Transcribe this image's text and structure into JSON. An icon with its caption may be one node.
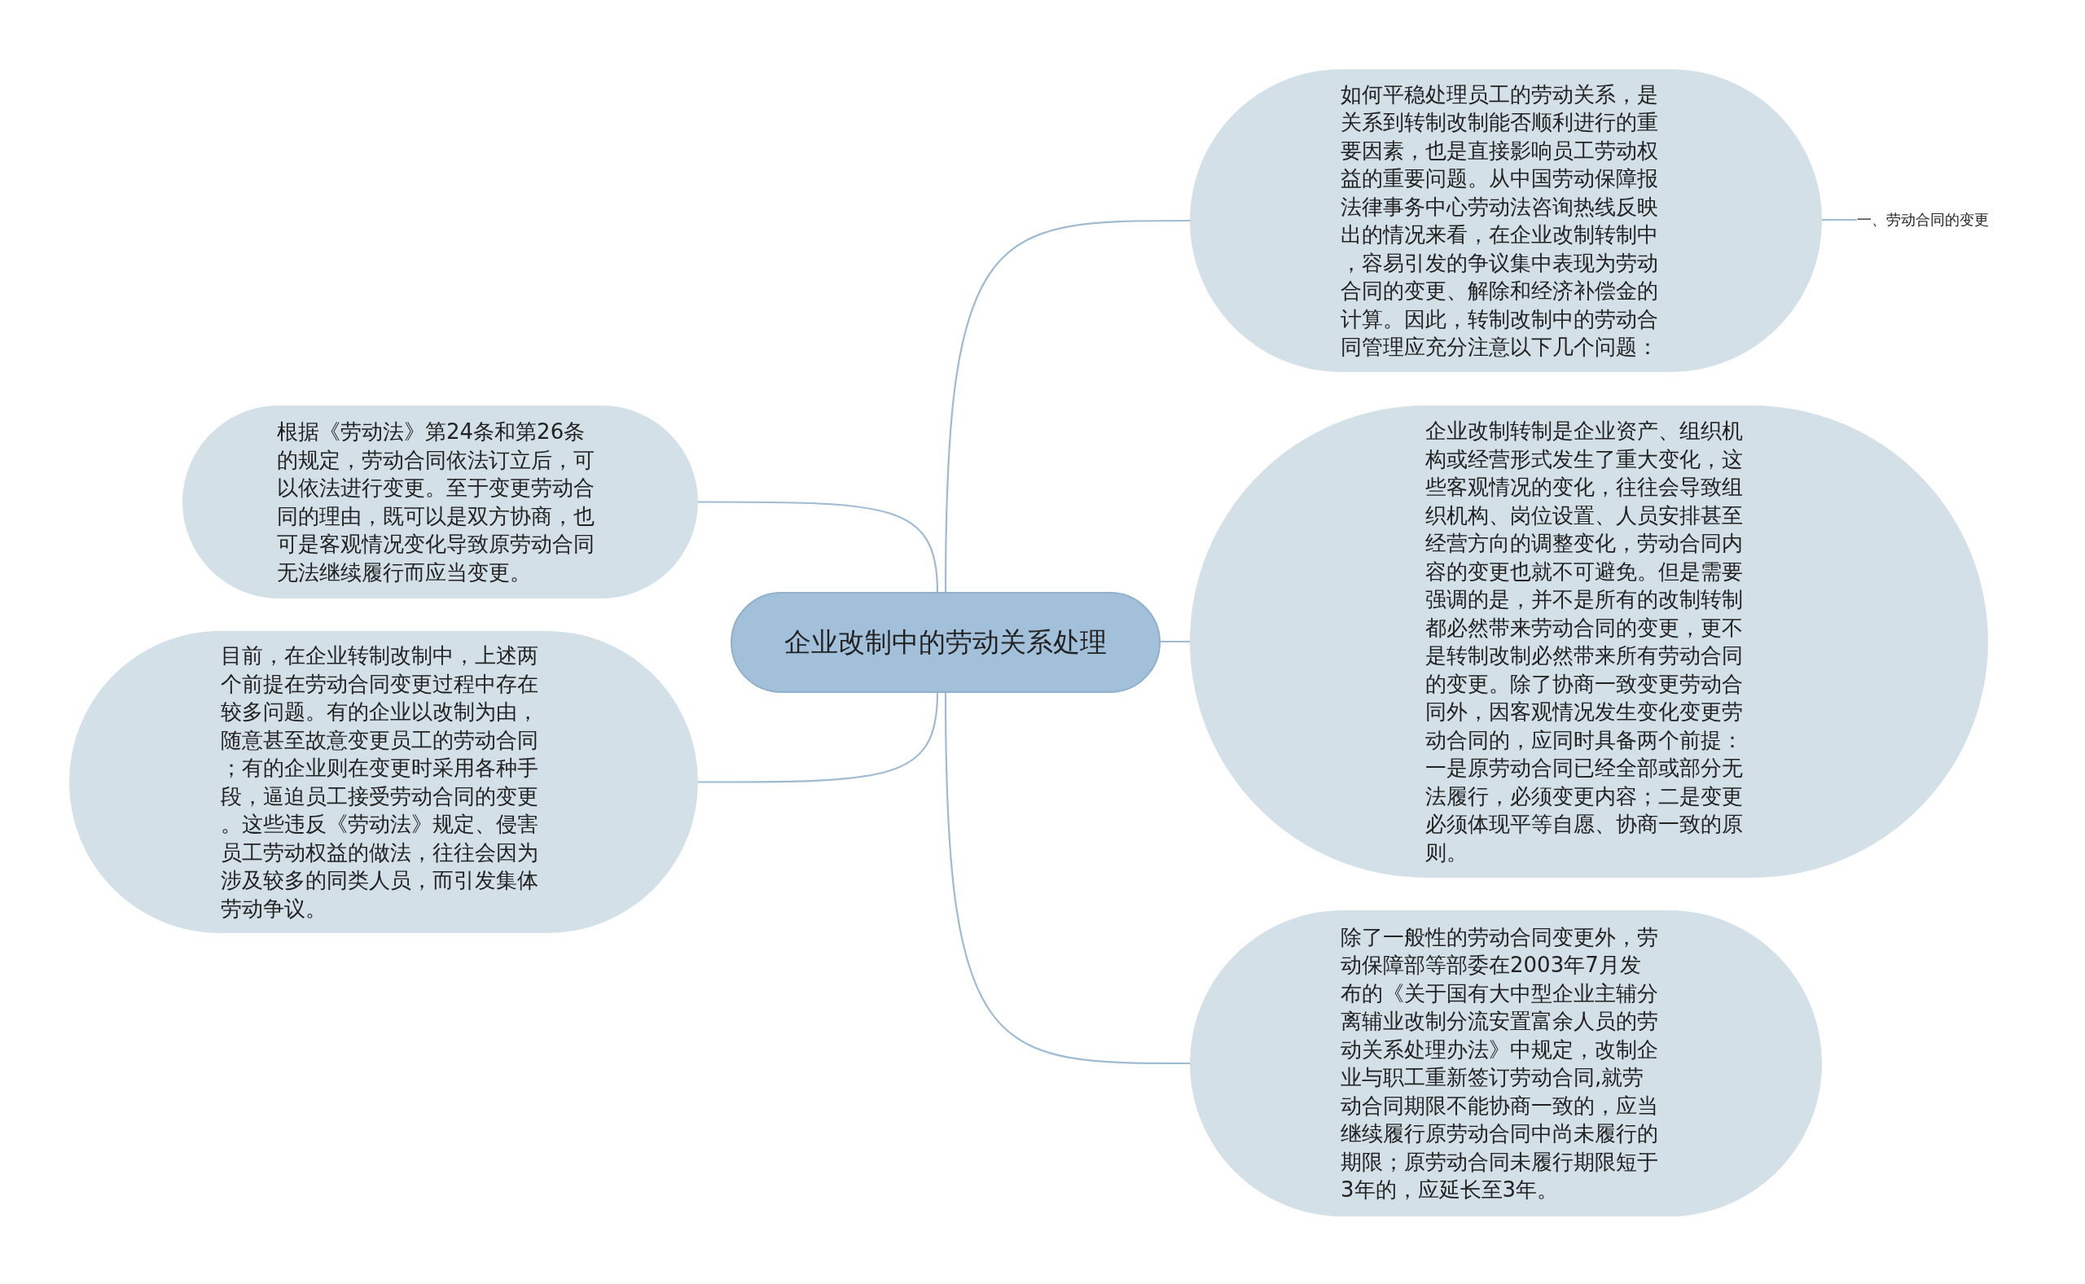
{
  "diagram": {
    "nodes": [
      {
        "text": [
          "企业改制中的劳动关系处理"
        ]
      },
      {
        "text": [
          "如何平稳处理员工的劳动关系，是关系到转制改制能否顺利进行的重要因素，也是直接影响员工劳动权益的重要问题。从中国劳动保障报法律事务中心劳动法咨询热线反映出的情况来看，在企业改制转制中，容易引发的争议集中表现为劳动合同的变更、解除和经济补偿金的计算。因此，转制改制中的劳动合同管理应充分注意以下几个问题："
        ]
      },
      {
        "text": [
          "一、劳动合同的变更"
        ]
      },
      {
        "text": [
          "企业改制转制是企业资产、组织机构或经营形式发生了重大变化，这些客观情况的变化，往往会导致组织机构、岗位设置、人员安排甚至经营方向的调整变化，劳动合同内容的变更也就不可避免。但是需要强调的是，并不是所有的改制转制都必然带来劳动合同的变更，更不是转制改制必然带来所有劳动合同的变更。除了协商一致变更劳动合同外，因客观情况发生变化变更劳动合同的，应同时具备两个前提：一是原劳动合同已经全部或部分无法履行，必须变更内容；二是变更必须体现平等自愿、协商一致的原则。"
        ]
      },
      {
        "text": [
          "除了一般性的劳动合同变更外，劳动保障部等部委在2003年7月发布的《关于国有大中型企业主辅分离辅业改制分流安置富余人员的劳动关系处理办法》中规定，改制企业与职工重新签订劳动合同,就劳动合同期限不能协商一致的，应当继续履行原劳动合同中尚未履行的期限；原劳动合同未履行期限短于3年的，应延长至3年。"
        ]
      },
      {
        "text": [
          "根据《劳动法》第24条和第26条的规定，劳动合同依法订立后，可以依法进行变更。至于变更劳动合同的理由，既可以是双方协商，也可是客观情况变化导致原劳动合同无法继续履行而应当变更。"
        ]
      },
      {
        "text": [
          "目前，在企业转制改制中，上述两个前提在劳动合同变更过程中存在较多问题。有的企业以改制为由，随意甚至故意变更员工的劳动合同；有的企业则在变更时采用各种手段，逼迫员工接受劳动合同的变更。这些违反《劳动法》规定、侵害员工劳动权益的做法，往往会因为涉及较多的同类人员，而引发集体劳动争议。"
        ]
      }
    ],
    "edges": [
      {
        "from": 0,
        "to": 1,
        "arrow": "none"
      },
      {
        "from": 1,
        "to": 2,
        "arrow": "none"
      },
      {
        "from": 0,
        "to": 3,
        "arrow": "none"
      },
      {
        "from": 0,
        "to": 4,
        "arrow": "none"
      },
      {
        "from": 0,
        "to": 5,
        "arrow": "none"
      },
      {
        "from": 0,
        "to": 6,
        "arrow": "none"
      }
    ]
  }
}
